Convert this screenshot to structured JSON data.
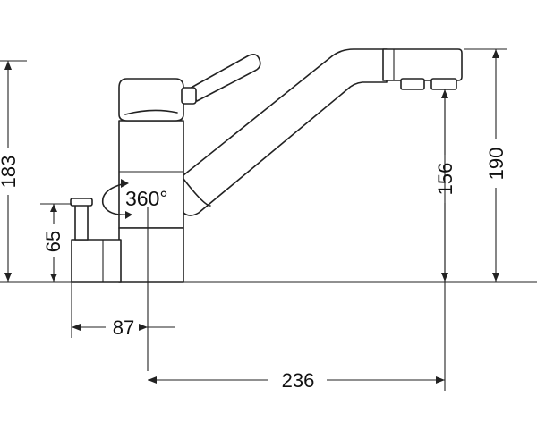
{
  "dimensions": {
    "total_height_left": "183",
    "total_height_right": "190",
    "spout_height": "156",
    "side_valve_height": "65",
    "base_offset": "87",
    "spout_reach": "236"
  },
  "rotation_label": "360°"
}
